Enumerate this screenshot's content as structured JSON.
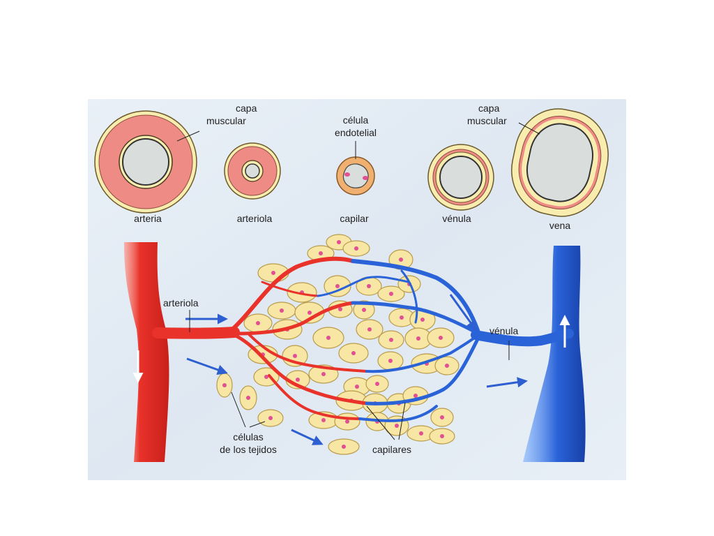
{
  "cross_sections": {
    "arteria": "arteria",
    "arteriola": "arteriola",
    "capilar": "capilar",
    "venula": "vénula",
    "vena": "vena",
    "callout_capa_muscular_1": [
      "capa",
      "muscular"
    ],
    "callout_celula_endotelial": [
      "célula",
      "endotelial"
    ],
    "callout_capa_muscular_2": [
      "capa",
      "muscular"
    ]
  },
  "network": {
    "arteriola": "arteriola",
    "venula": "vénula",
    "celulas_tejidos": [
      "células",
      "de los tejidos"
    ],
    "capilares": "capilares"
  },
  "colors": {
    "artery_red": "#e8322a",
    "vein_blue": "#2a63d8",
    "muscle_pink": "#ef8b85",
    "adventitia_yellow": "#f8ecae",
    "cell_yellow": "#f7e6a4",
    "nucleus_pink": "#e24f93",
    "arrow_blue": "#2d5fd0",
    "background_paper": "#e6eef6"
  }
}
